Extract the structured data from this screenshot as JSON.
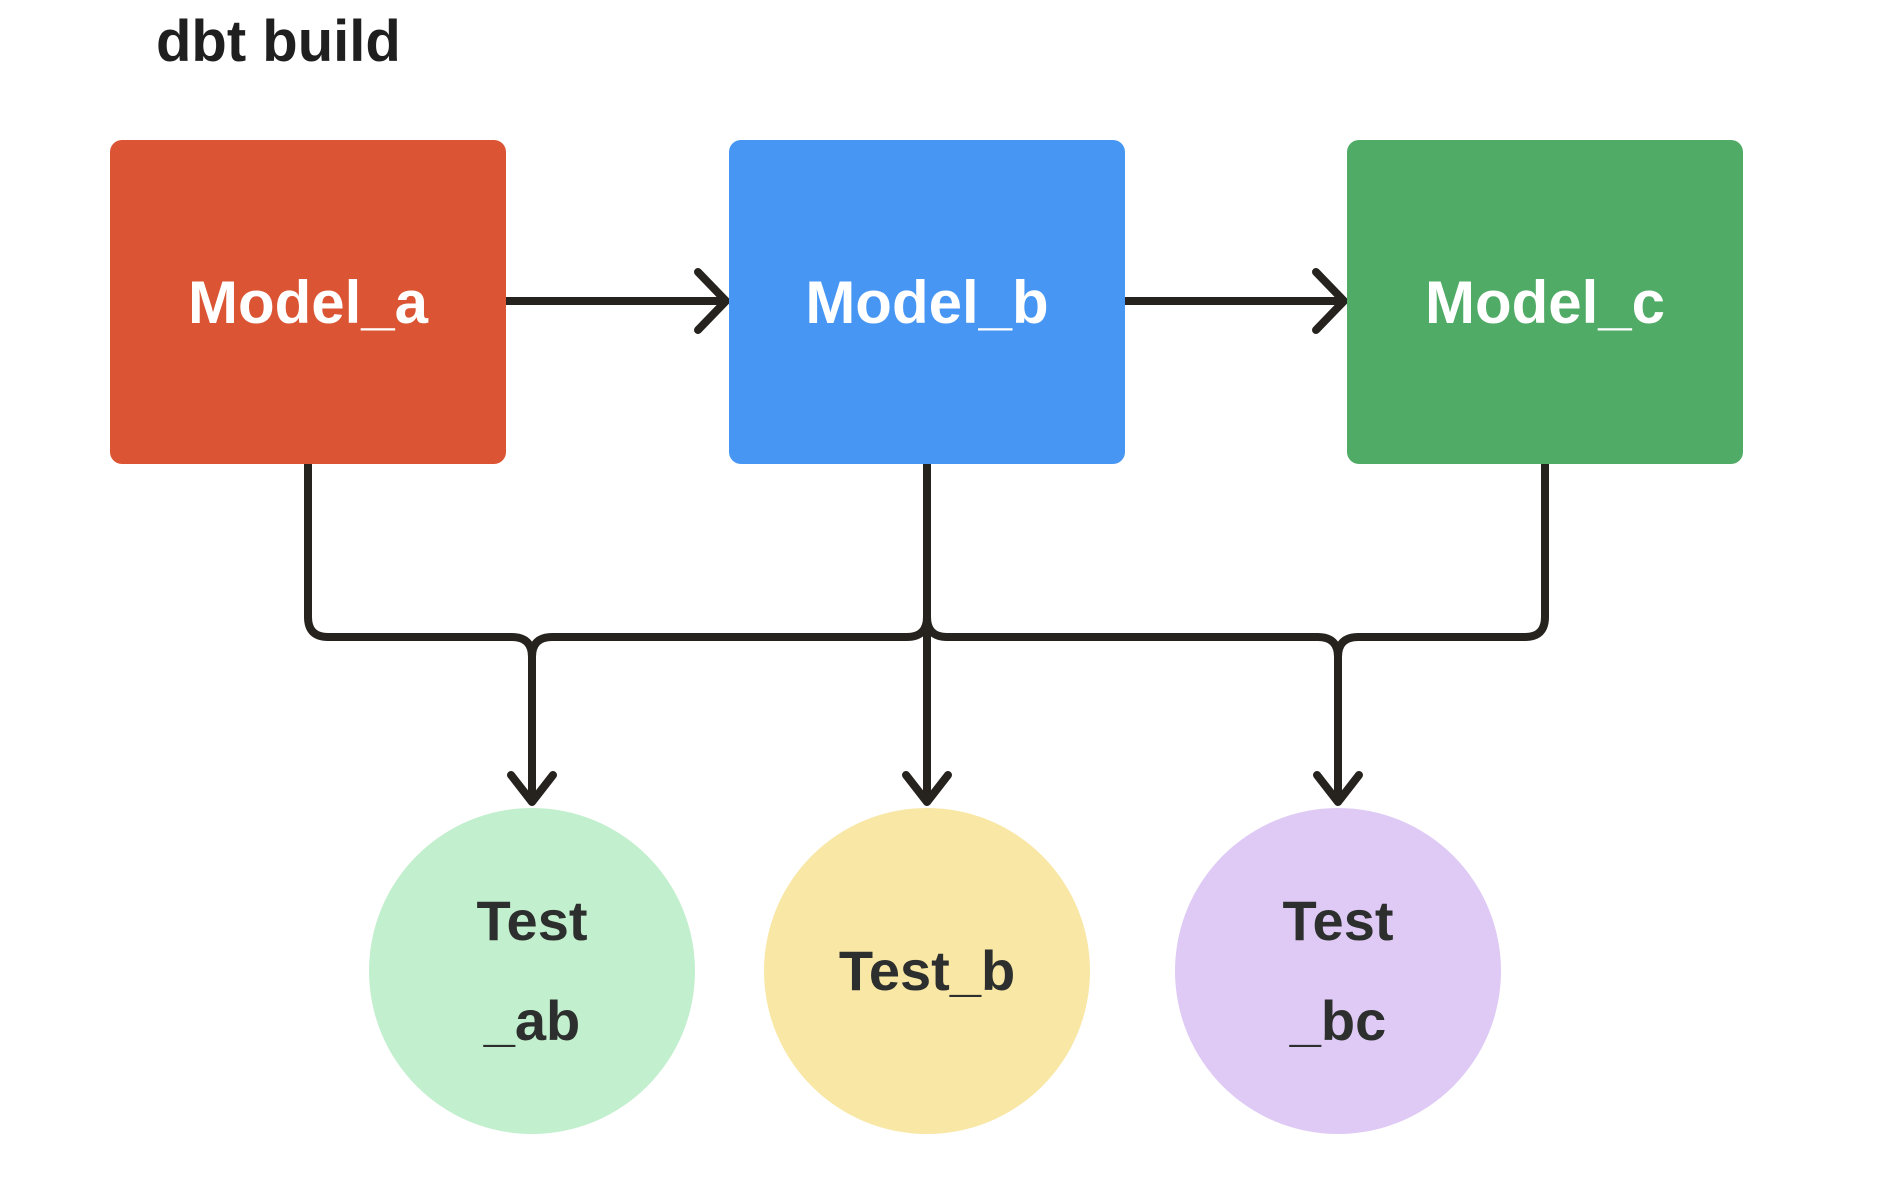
{
  "title": "dbt build",
  "colors": {
    "background": "#FFFFFF",
    "title_text": "#1F1F1F",
    "edge": "#26221E",
    "node_text_light": "#FFFFFF",
    "test_text": "#2C2F2D",
    "model_a": "#DB5433",
    "model_b": "#4796F4",
    "model_c": "#50AB66",
    "test_ab": "#C2EFCD",
    "test_b": "#F9E7A5",
    "test_bc": "#DECAF5"
  },
  "nodes": {
    "model_a": {
      "label": "Model_a",
      "type": "model"
    },
    "model_b": {
      "label": "Model_b",
      "type": "model"
    },
    "model_c": {
      "label": "Model_c",
      "type": "model"
    },
    "test_ab": {
      "line1": "Test",
      "line2": "_ab",
      "type": "test"
    },
    "test_b": {
      "line1": "Test_b",
      "line2": "",
      "type": "test"
    },
    "test_bc": {
      "line1": "Test",
      "line2": "_bc",
      "type": "test"
    }
  },
  "edges": [
    {
      "from": "Model_a",
      "to": "Model_b"
    },
    {
      "from": "Model_b",
      "to": "Model_c"
    },
    {
      "from": "Model_a",
      "to": "Test_ab"
    },
    {
      "from": "Model_b",
      "to": "Test_ab"
    },
    {
      "from": "Model_b",
      "to": "Test_b"
    },
    {
      "from": "Model_b",
      "to": "Test_bc"
    },
    {
      "from": "Model_c",
      "to": "Test_bc"
    }
  ]
}
